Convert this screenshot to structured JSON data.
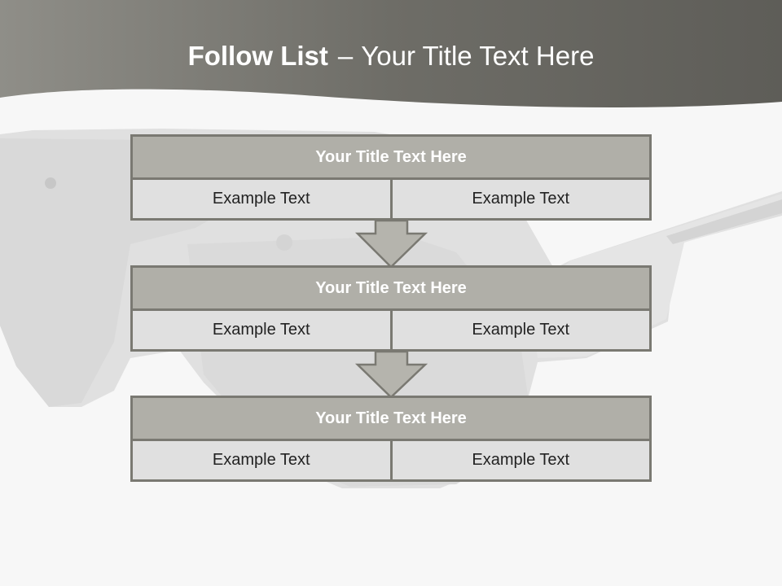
{
  "slide": {
    "title_bold": "Follow List",
    "title_sep": "–",
    "title_rest": "Your Title Text Here"
  },
  "colors": {
    "header_band": "#6b6a64",
    "block_title_fill": "#b0afa8",
    "cell_fill": "#e0e0e0",
    "border": "#7a7972",
    "arrow_fill": "#b5b4ad"
  },
  "blocks": [
    {
      "title": "Your Title Text Here",
      "left": "Example Text",
      "right": "Example Text"
    },
    {
      "title": "Your Title Text Here",
      "left": "Example Text",
      "right": "Example Text"
    },
    {
      "title": "Your Title Text Here",
      "left": "Example Text",
      "right": "Example Text"
    }
  ]
}
